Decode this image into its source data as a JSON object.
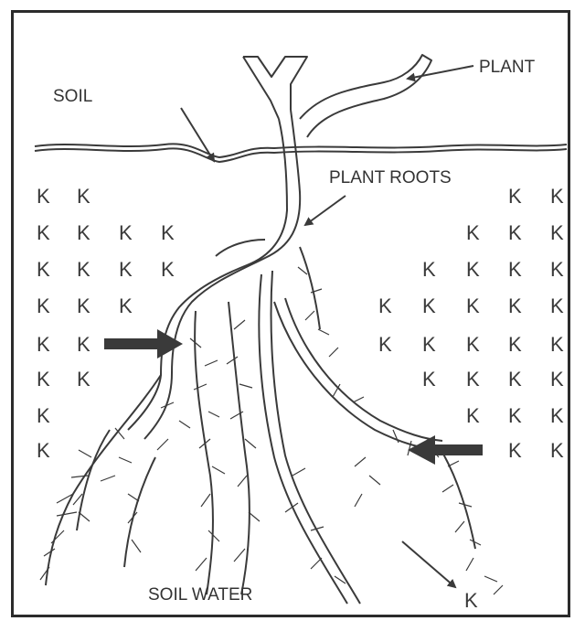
{
  "labels": {
    "soil": "SOIL",
    "plant": "PLANT",
    "plant_roots": "PLANT ROOTS",
    "soil_water": "SOIL WATER"
  },
  "potassium_symbol": "K",
  "colors": {
    "line": "#3a3a3a",
    "arrow": "#3a3a3a",
    "frame": "#2b2b2b",
    "background": "#ffffff"
  }
}
